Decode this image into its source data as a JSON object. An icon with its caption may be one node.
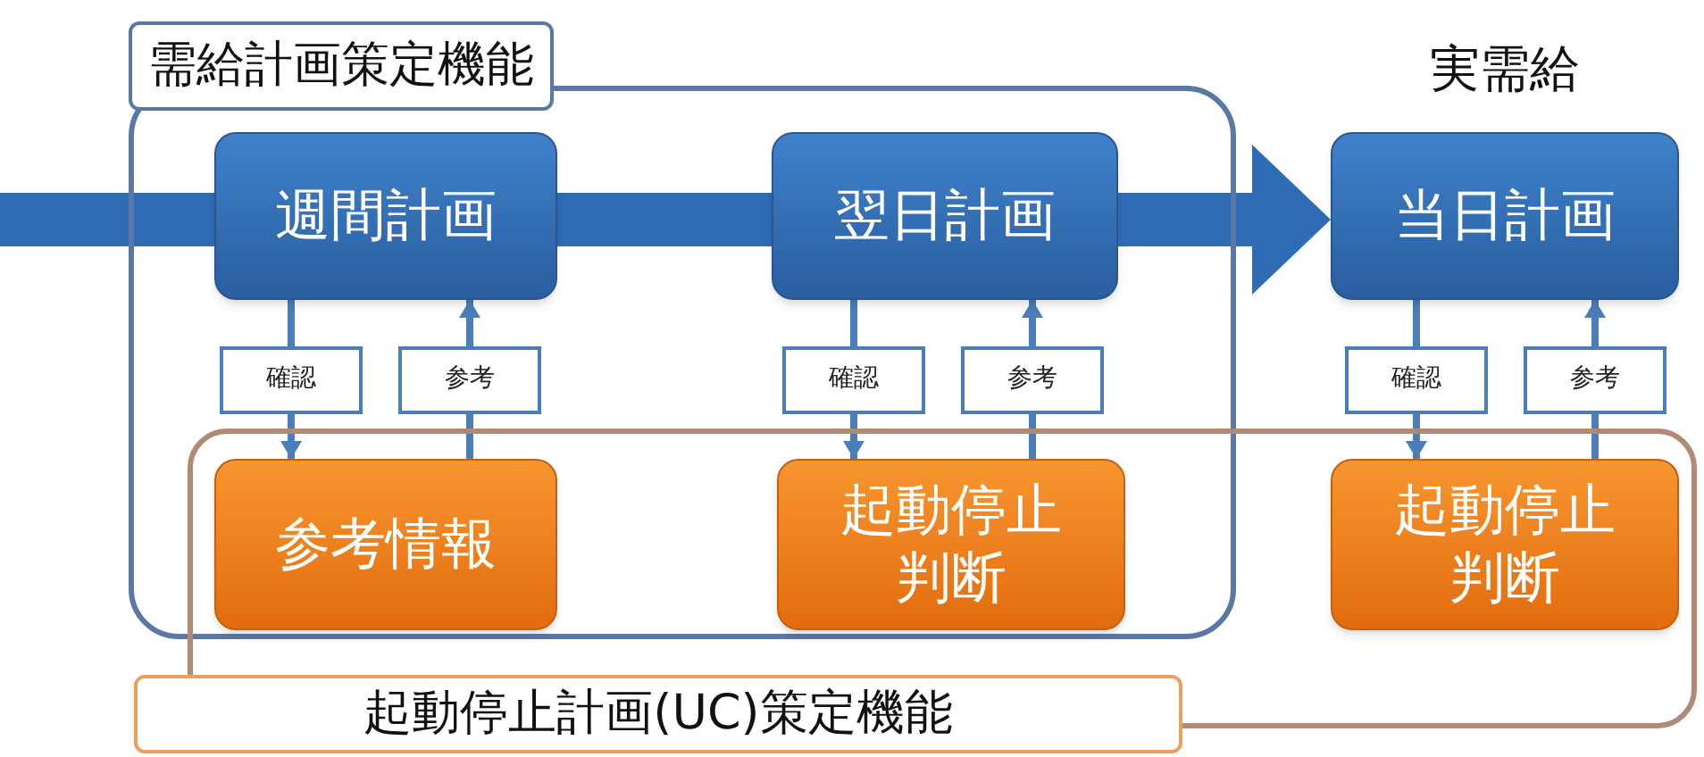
{
  "diagram": {
    "nodes": [
      {
        "text": [
          "需給計画策定機能"
        ]
      },
      {
        "text": [
          "起動停止計画(UC)策定機能"
        ]
      },
      {
        "text": [
          "週間計画"
        ],
        "in": 0
      },
      {
        "text": [
          "翌日計画"
        ],
        "in": 0
      },
      {
        "text": [
          "当日計画"
        ],
        "beside": [
          "実需給"
        ]
      },
      {
        "text": [
          "参考情報"
        ]
      },
      {
        "text": [
          "起動停止判断"
        ]
      },
      {
        "text": [
          "起動停止判断"
        ],
        "in": 1
      }
    ],
    "edges": [
      {
        "from": null,
        "to": 2,
        "arrow": "none",
        "style": "thick"
      },
      {
        "from": 2,
        "to": 3,
        "arrow": "none",
        "style": "thick"
      },
      {
        "from": 3,
        "to": 4,
        "arrow": "to",
        "style": "thick"
      },
      {
        "from": 2,
        "to": 5,
        "arrow": "to",
        "label": "確認"
      },
      {
        "from": 5,
        "to": 2,
        "arrow": "to",
        "label": "参考"
      },
      {
        "from": 3,
        "to": 6,
        "arrow": "to",
        "label": "確認"
      },
      {
        "from": 6,
        "to": 3,
        "arrow": "to",
        "label": "参考"
      },
      {
        "from": 4,
        "to": 7,
        "arrow": "to",
        "label": "確認"
      },
      {
        "from": 7,
        "to": 4,
        "arrow": "to",
        "label": "参考"
      }
    ]
  }
}
